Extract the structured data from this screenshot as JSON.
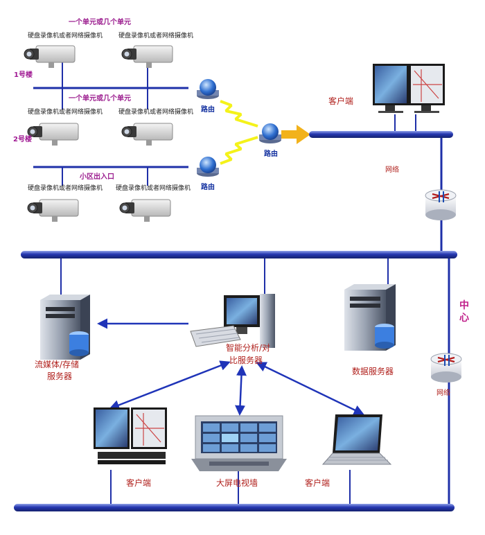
{
  "cameras": {
    "label": "硬盘录像机或者网络摄像机"
  },
  "units": {
    "top": "一个单元或几个单元",
    "middle": "一个单元或几个单元",
    "entrance": "小区出入口"
  },
  "buildings": {
    "b1": "1号楼",
    "b2": "2号楼"
  },
  "routers": {
    "label": "路由"
  },
  "network": {
    "label": "网络"
  },
  "center": {
    "label": "中心"
  },
  "clients": {
    "label": "客户端"
  },
  "servers": {
    "streaming_line1": "流媒体/存储",
    "streaming_line2": "服务器",
    "analysis_line1": "智能分析/对",
    "analysis_line2": "比服务器",
    "data": "数据服务器",
    "videowall": "大屏电视墙"
  },
  "colors": {
    "bus": "#1e2fa8",
    "arrow_blue": "#1f34b8",
    "arrow_orange": "#f2b21b",
    "lightning": "#f4f21a",
    "label_red": "#b0201c",
    "label_purple": "#9b1c8e"
  }
}
